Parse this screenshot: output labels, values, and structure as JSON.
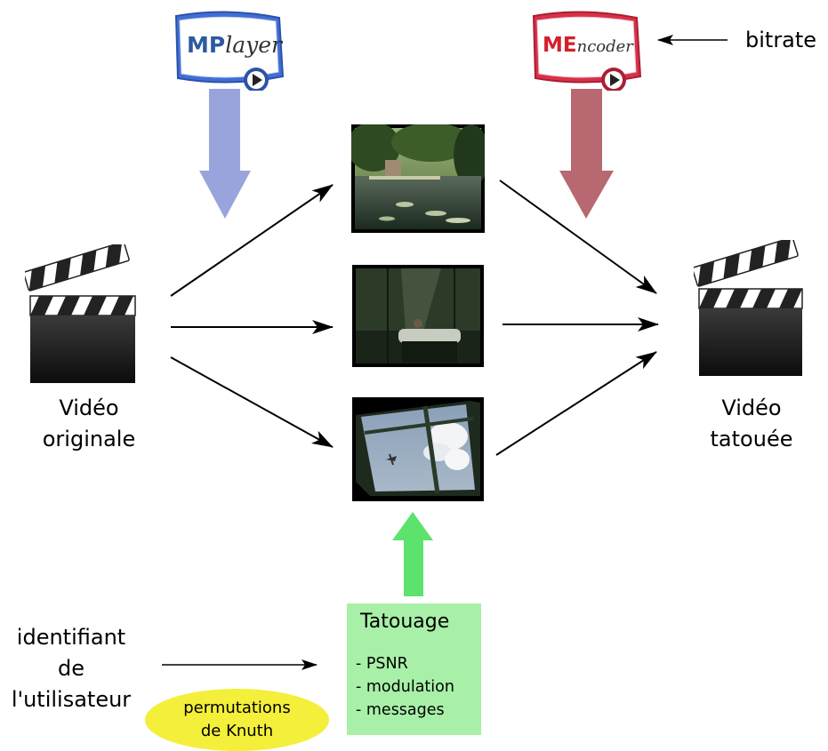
{
  "tools": {
    "mplayer": {
      "bold": "MP",
      "rest": "layer",
      "color": "#2c5aa0"
    },
    "mencoder": {
      "bold": "ME",
      "rest": "ncoder",
      "color": "#d4202a"
    }
  },
  "bitrate_label": "bitrate",
  "original_video_label": [
    "Vidéo",
    "originale"
  ],
  "watermarked_video_label": [
    "Vidéo",
    "tatouée"
  ],
  "watermarking": {
    "title": "Tatouage",
    "items": [
      "- PSNR",
      "- modulation",
      "- messages"
    ]
  },
  "user_id_label": [
    "identifiant",
    "de",
    "l'utilisateur"
  ],
  "permutations_label": [
    "permutations",
    "de Knuth"
  ],
  "colors": {
    "mplayer_arrow": "#9aa4dc",
    "mencoder_arrow": "#b86870",
    "watermark_arrow": "#5de26e",
    "watermark_box": "#a8f0a8",
    "permutations_ellipse": "#f4ef3a"
  }
}
